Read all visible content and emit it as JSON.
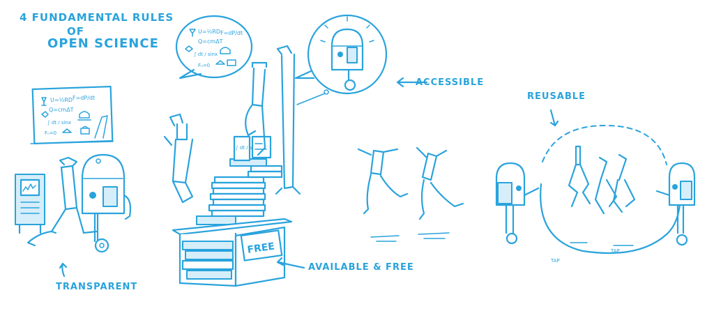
{
  "title": {
    "line1": "4 FUNDAMENTAL RULES",
    "line2": "OF",
    "line3": "OPEN SCIENCE"
  },
  "labels": {
    "transparent": "TRANSPARENT",
    "accessible": "ACCESSIBLE",
    "available_free": "AVAILABLE & FREE",
    "reusable": "REUSABLE",
    "free_box": "FREE",
    "tap_left": "TAP",
    "tap_right": "TAP"
  },
  "formula_text": {
    "u_eq": "U=½RD",
    "f_eq": "F=dP/dt",
    "q_eq": "Q=cmΔT",
    "integral": "∫ dt / sinx",
    "f_n": "Fₙ=0"
  },
  "colors": {
    "ink": "#29a3dc",
    "light_fill": "#d6eefa",
    "background": "#ffffff"
  }
}
